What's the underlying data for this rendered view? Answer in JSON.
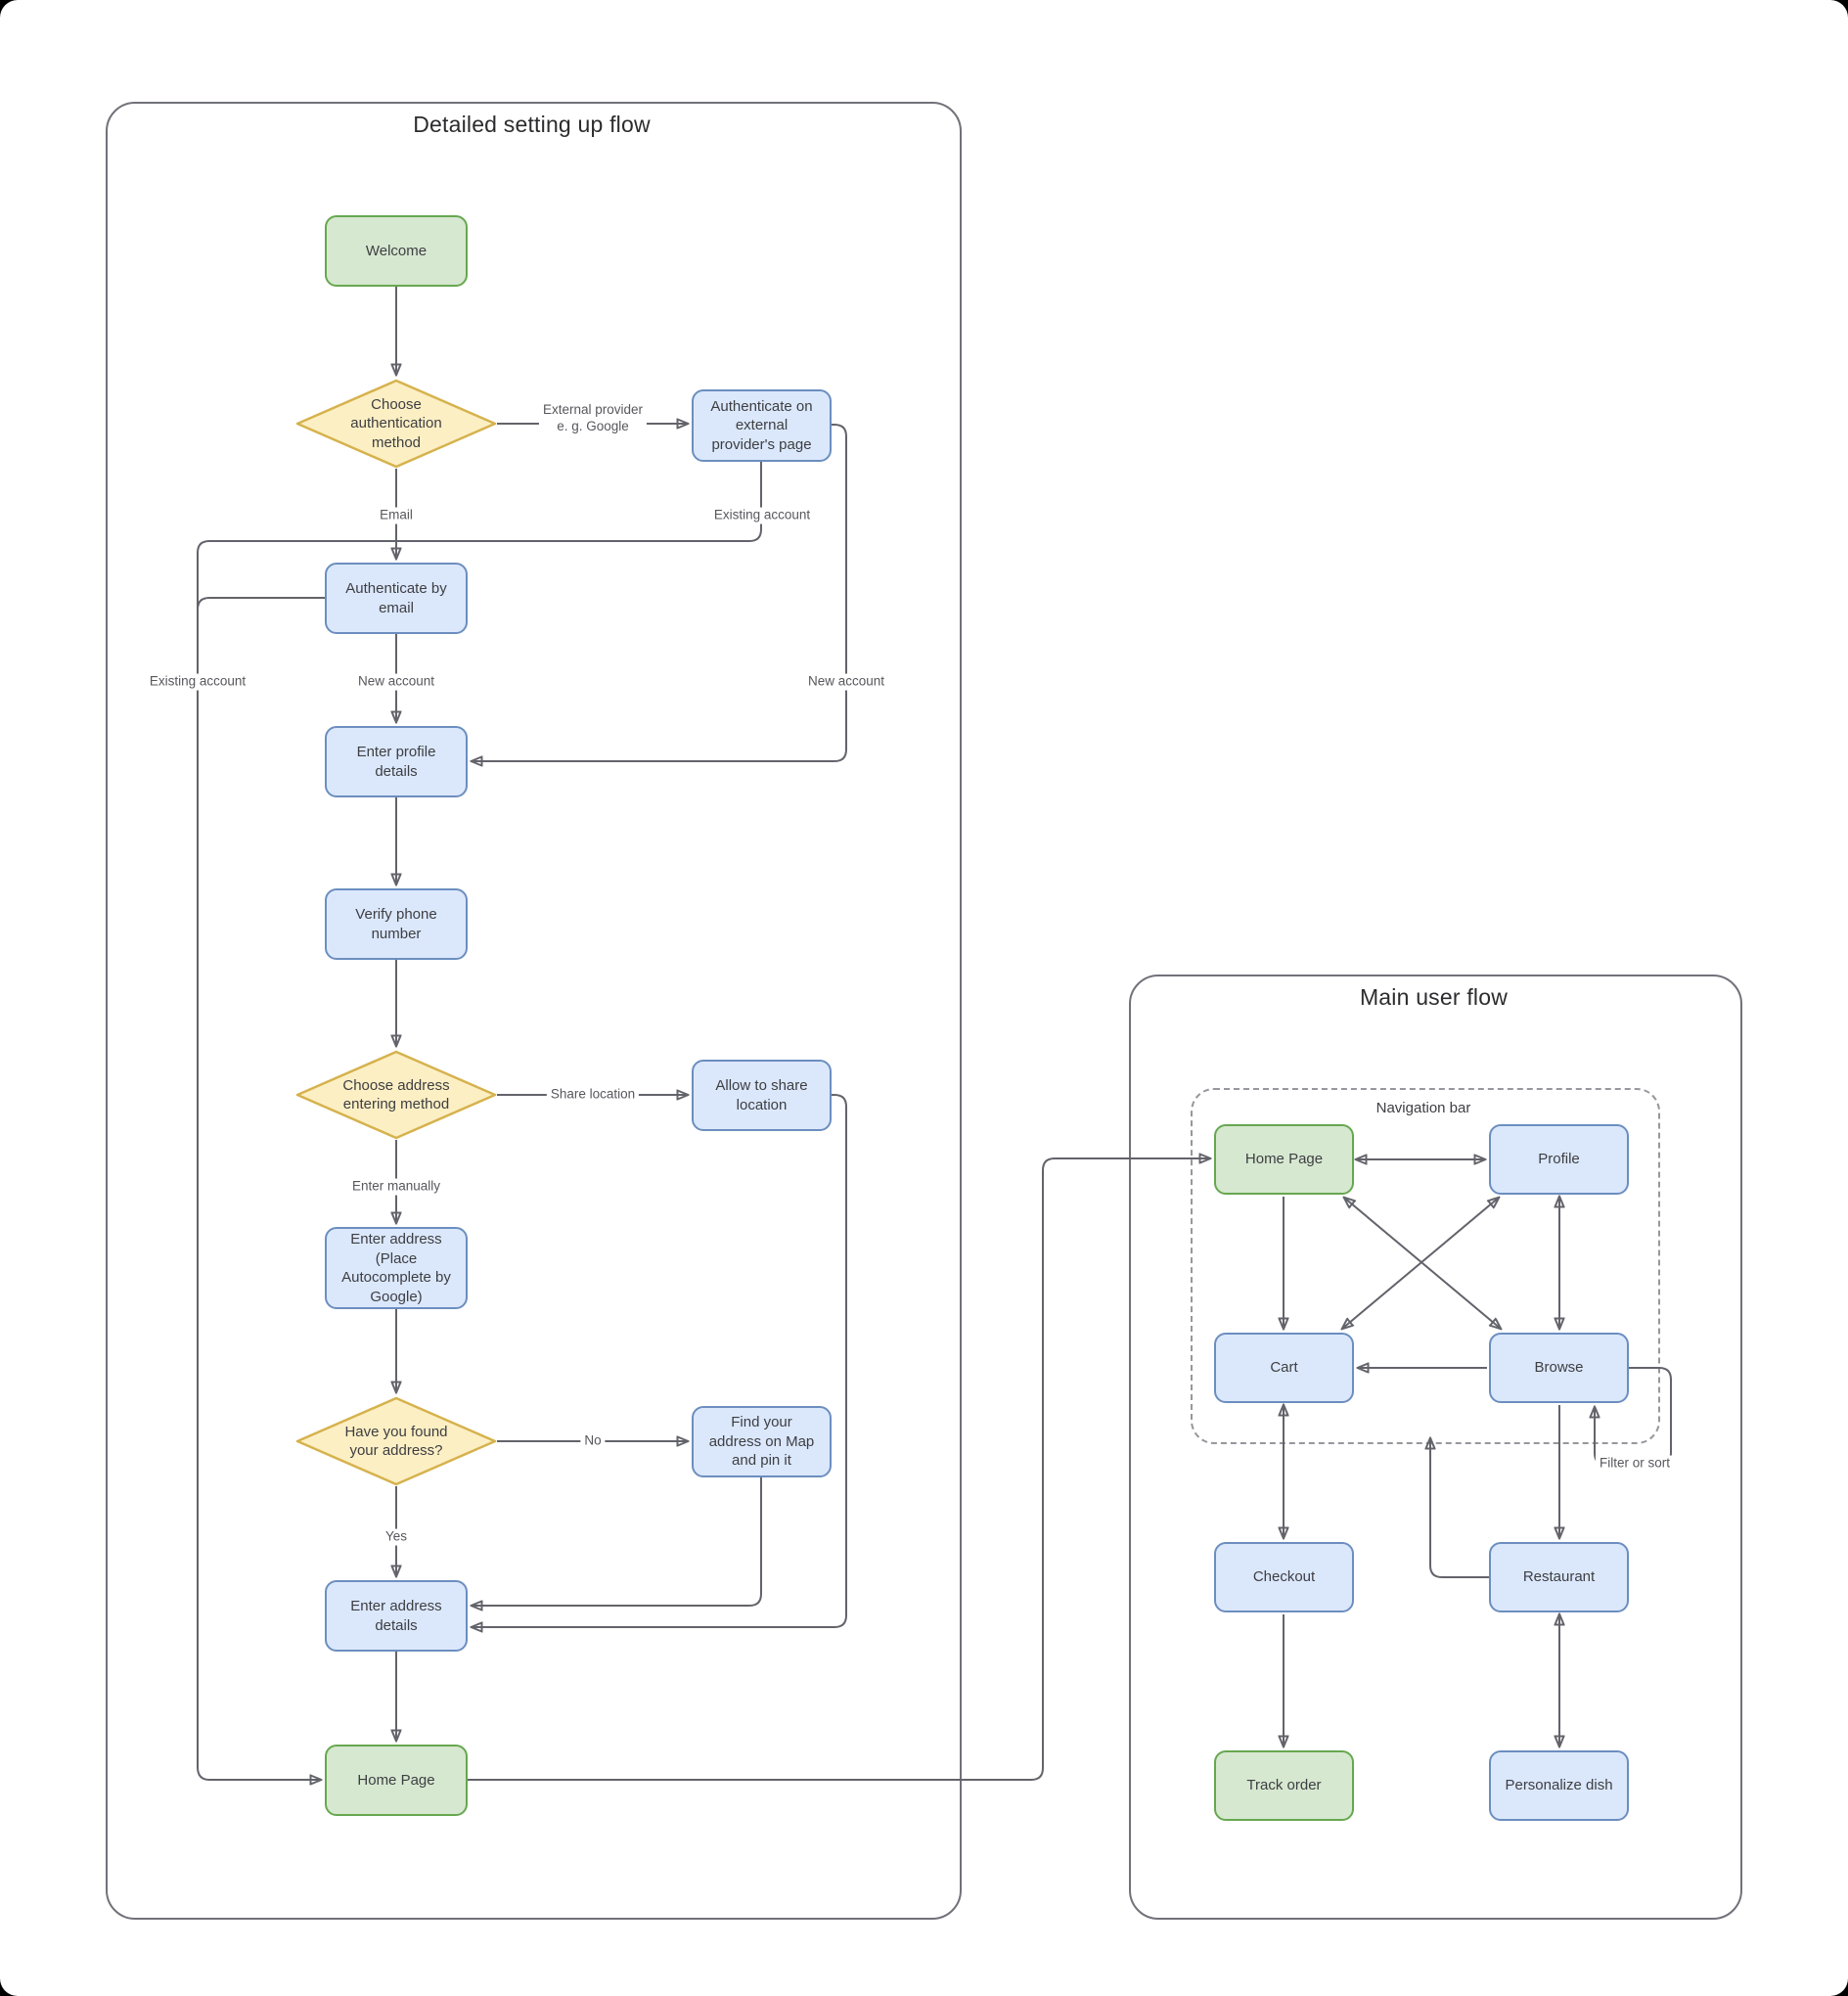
{
  "left_flow": {
    "title": "Detailed setting up flow",
    "nodes": {
      "welcome": "Welcome",
      "choose_auth": "Choose authentication method",
      "auth_external": "Authenticate on external provider's page",
      "auth_email": "Authenticate by email",
      "enter_profile": "Enter profile details",
      "verify_phone": "Verify phone number",
      "choose_address": "Choose address entering method",
      "allow_share": "Allow to share location",
      "enter_address": "Enter address (Place Autocomplete by Google)",
      "found_address": "Have you found your address?",
      "find_address": "Find your address on Map and pin it",
      "enter_details": "Enter address details",
      "home_page": "Home Page"
    },
    "edge_labels": {
      "external_provider": "External provider\ne. g. Google",
      "email": "Email",
      "existing_account_from_provider": "Existing account",
      "existing_account_from_email": "Existing account",
      "new_account_from_email": "New account",
      "new_account_from_provider": "New account",
      "share_location": "Share location",
      "enter_manually": "Enter manually",
      "no": "No",
      "yes": "Yes"
    }
  },
  "right_flow": {
    "title": "Main user flow",
    "navigation_bar_label": "Navigation bar",
    "nodes": {
      "home_page": "Home Page",
      "profile": "Profile",
      "cart": "Cart",
      "browse": "Browse",
      "checkout": "Checkout",
      "restaurant": "Restaurant",
      "track_order": "Track order",
      "personalize_dish": "Personalize dish"
    },
    "edge_labels": {
      "filter_or_sort": "Filter or sort"
    }
  },
  "colors": {
    "green_fill": "#d6e8d0",
    "green_stroke": "#67a750",
    "blue_fill": "#dbe8fc",
    "blue_stroke": "#6c8ebf",
    "yellow_fill": "#fcefc4",
    "yellow_stroke": "#d6b24d",
    "edge": "#63636b"
  }
}
